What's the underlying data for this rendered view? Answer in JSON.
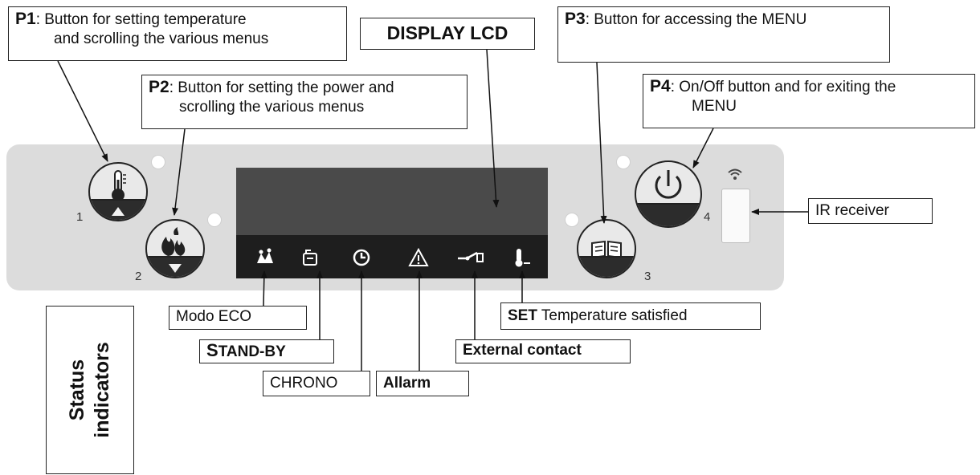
{
  "callouts": {
    "p1": {
      "key": "P1",
      "text_line1": ": Button for setting temperature",
      "text_line2": "and scrolling the various menus"
    },
    "display": {
      "text": "DISPLAY LCD"
    },
    "p3": {
      "key": "P3",
      "text": ": Button for accessing the MENU"
    },
    "p2": {
      "key": "P2",
      "text_line1": ": Button for setting the power and",
      "text_line2": "scrolling the various menus"
    },
    "p4": {
      "key": "P4",
      "text_line1": ": On/Off button and for exiting the",
      "text_line2": "MENU"
    },
    "ir": {
      "text": "IR receiver"
    }
  },
  "buttons": {
    "b1": {
      "number": "1",
      "icon": "thermometer-icon"
    },
    "b2": {
      "number": "2",
      "icon": "flame-icon"
    },
    "b3": {
      "number": "3",
      "icon": "book-icon"
    },
    "b4": {
      "number": "4",
      "icon": "power-icon"
    }
  },
  "status_labels": {
    "eco": "Modo ECO",
    "standby_key": "S",
    "standby_rest": "TAND-BY",
    "chrono": "CHRONO",
    "allarm": "Allarm",
    "external": "External contact",
    "set_key": "SET",
    "set_rest": " Temperature satisfied"
  },
  "status_indicators": {
    "line1": "Status",
    "line2": "indicators"
  },
  "colors": {
    "panel": "#dcdcdc",
    "lcd": "#4a4a4a",
    "lcd_strip": "#1e1e1e",
    "button_band": "#2c2c2c"
  }
}
